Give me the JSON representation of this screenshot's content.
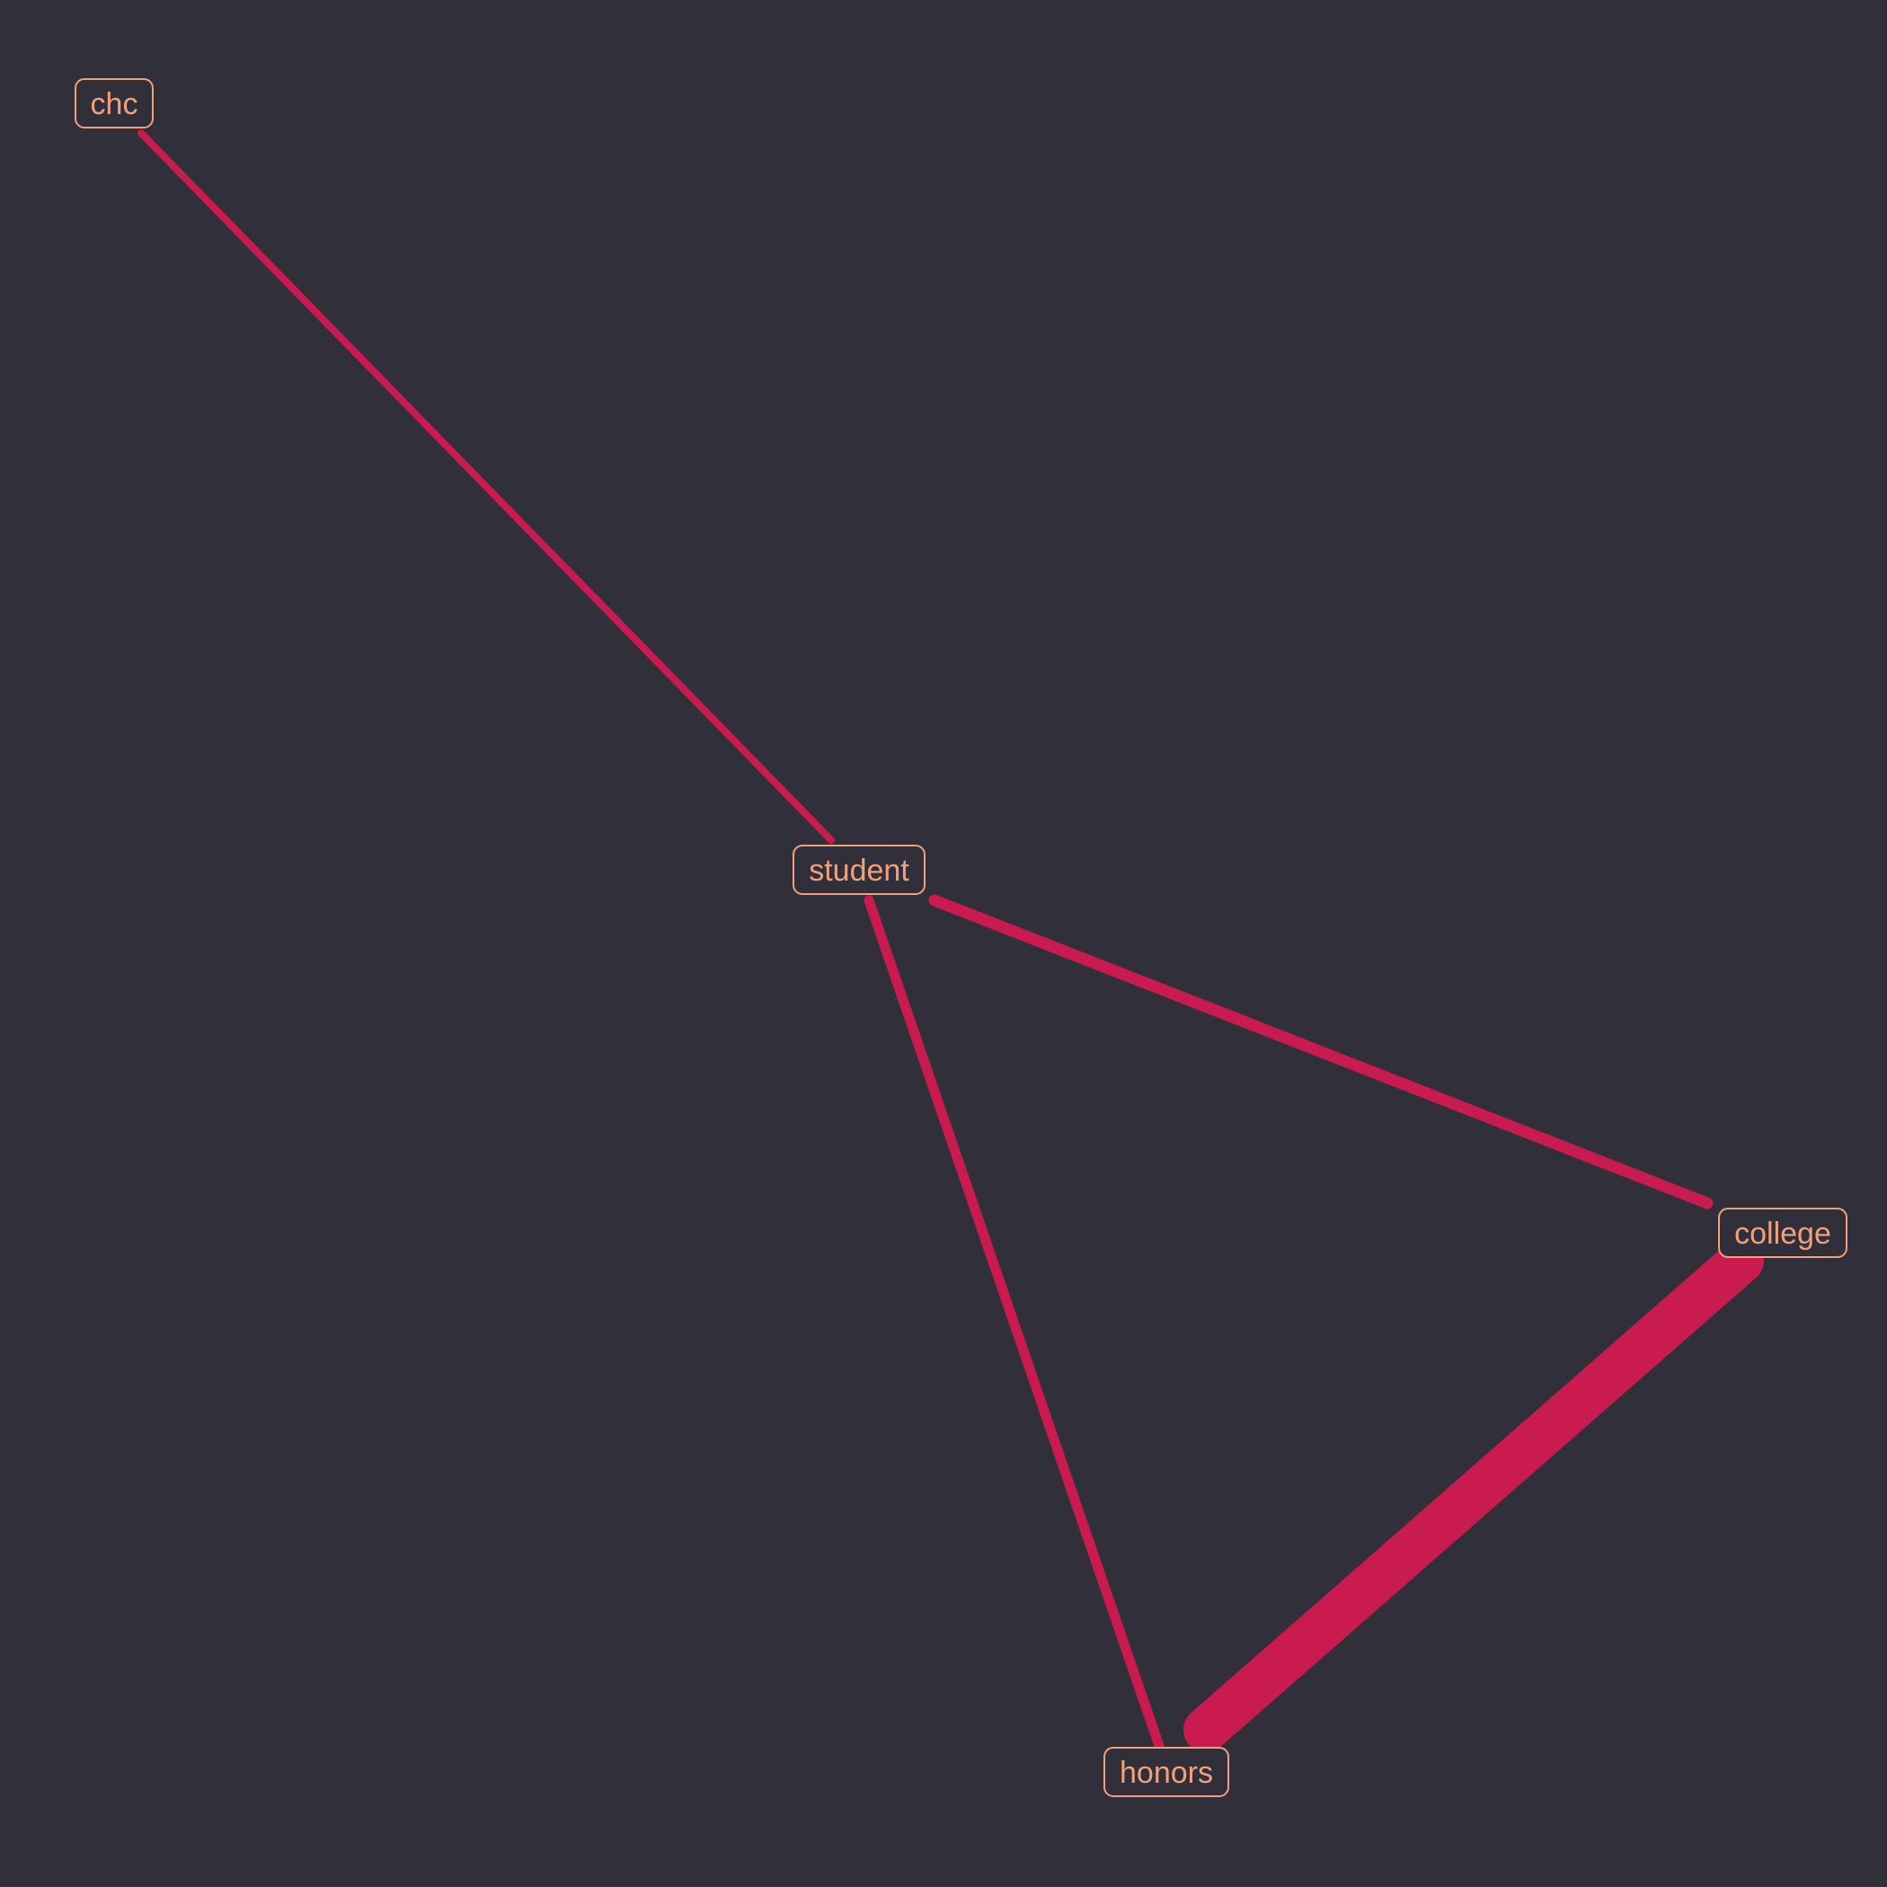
{
  "colors": {
    "background": "#31303a",
    "edge": "#c91b4f",
    "node_text": "#f2a07b",
    "node_border": "#f2a07b"
  },
  "graph": {
    "nodes": [
      {
        "id": "chc",
        "label": "chc"
      },
      {
        "id": "student",
        "label": "student"
      },
      {
        "id": "college",
        "label": "college"
      },
      {
        "id": "honors",
        "label": "honors"
      }
    ],
    "edges": [
      {
        "source": "chc",
        "target": "student",
        "weight": 1
      },
      {
        "source": "student",
        "target": "college",
        "weight": 2
      },
      {
        "source": "student",
        "target": "honors",
        "weight": 2
      },
      {
        "source": "college",
        "target": "honors",
        "weight": 10
      }
    ]
  }
}
